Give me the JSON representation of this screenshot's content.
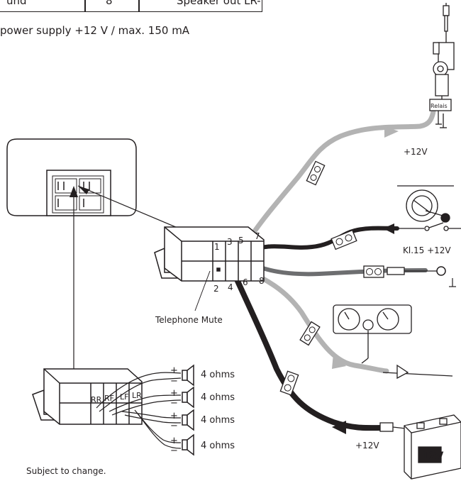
{
  "table_row": {
    "left": "und",
    "num": "8",
    "right": "Speaker out LR-"
  },
  "power_note": "power supply +12 V / max. 150 mA",
  "labels": {
    "relais": "Relais",
    "plus12v_top": "+12V",
    "kl15": "Kl.15 +12V",
    "telephone_mute": "Telephone Mute",
    "plus12v_bottom": "+12V",
    "footer": "Subject to change."
  },
  "pins": [
    "1",
    "2",
    "3",
    "4",
    "5",
    "6",
    "7",
    "8"
  ],
  "speaker_channels": [
    "RR",
    "RF",
    "LF",
    "LR"
  ],
  "speakers": [
    {
      "plus": "+",
      "minus": "−",
      "label": "4 ohms"
    },
    {
      "plus": "+",
      "minus": "−",
      "label": "4 ohms"
    },
    {
      "plus": "+",
      "minus": "−",
      "label": "4 ohms"
    },
    {
      "plus": "+",
      "minus": "−",
      "label": "4 ohms"
    }
  ],
  "colors": {
    "line": "#231f20",
    "cable_gray": "#b3b3b3",
    "cable_dark": "#6d6e70",
    "cable_black": "#231f20"
  }
}
